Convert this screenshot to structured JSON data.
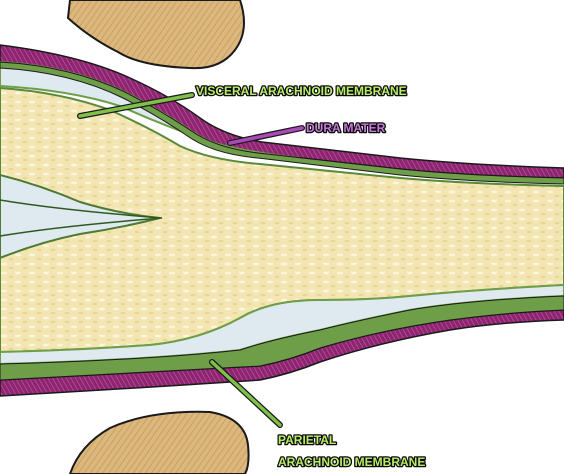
{
  "labels": {
    "visceral": "VISCERAL ARACHNOID MEMBRANE",
    "dura": "DURA MATER",
    "parietal_line1": "PARIETAL",
    "parietal_line2": "ARACHNOID MEMBRANE"
  },
  "colors": {
    "label_green": "#b7ef6a",
    "label_purple": "#c57bd8",
    "dura": "#8e2470",
    "arachnoid": "#6e9e48",
    "nerve": "#f1e4ad",
    "csf": "#dfe9f0",
    "bone": "#dcb77e",
    "outline": "#1a1a1a",
    "pointer_green": "#7fc04a",
    "pointer_purple": "#a84bb8"
  }
}
